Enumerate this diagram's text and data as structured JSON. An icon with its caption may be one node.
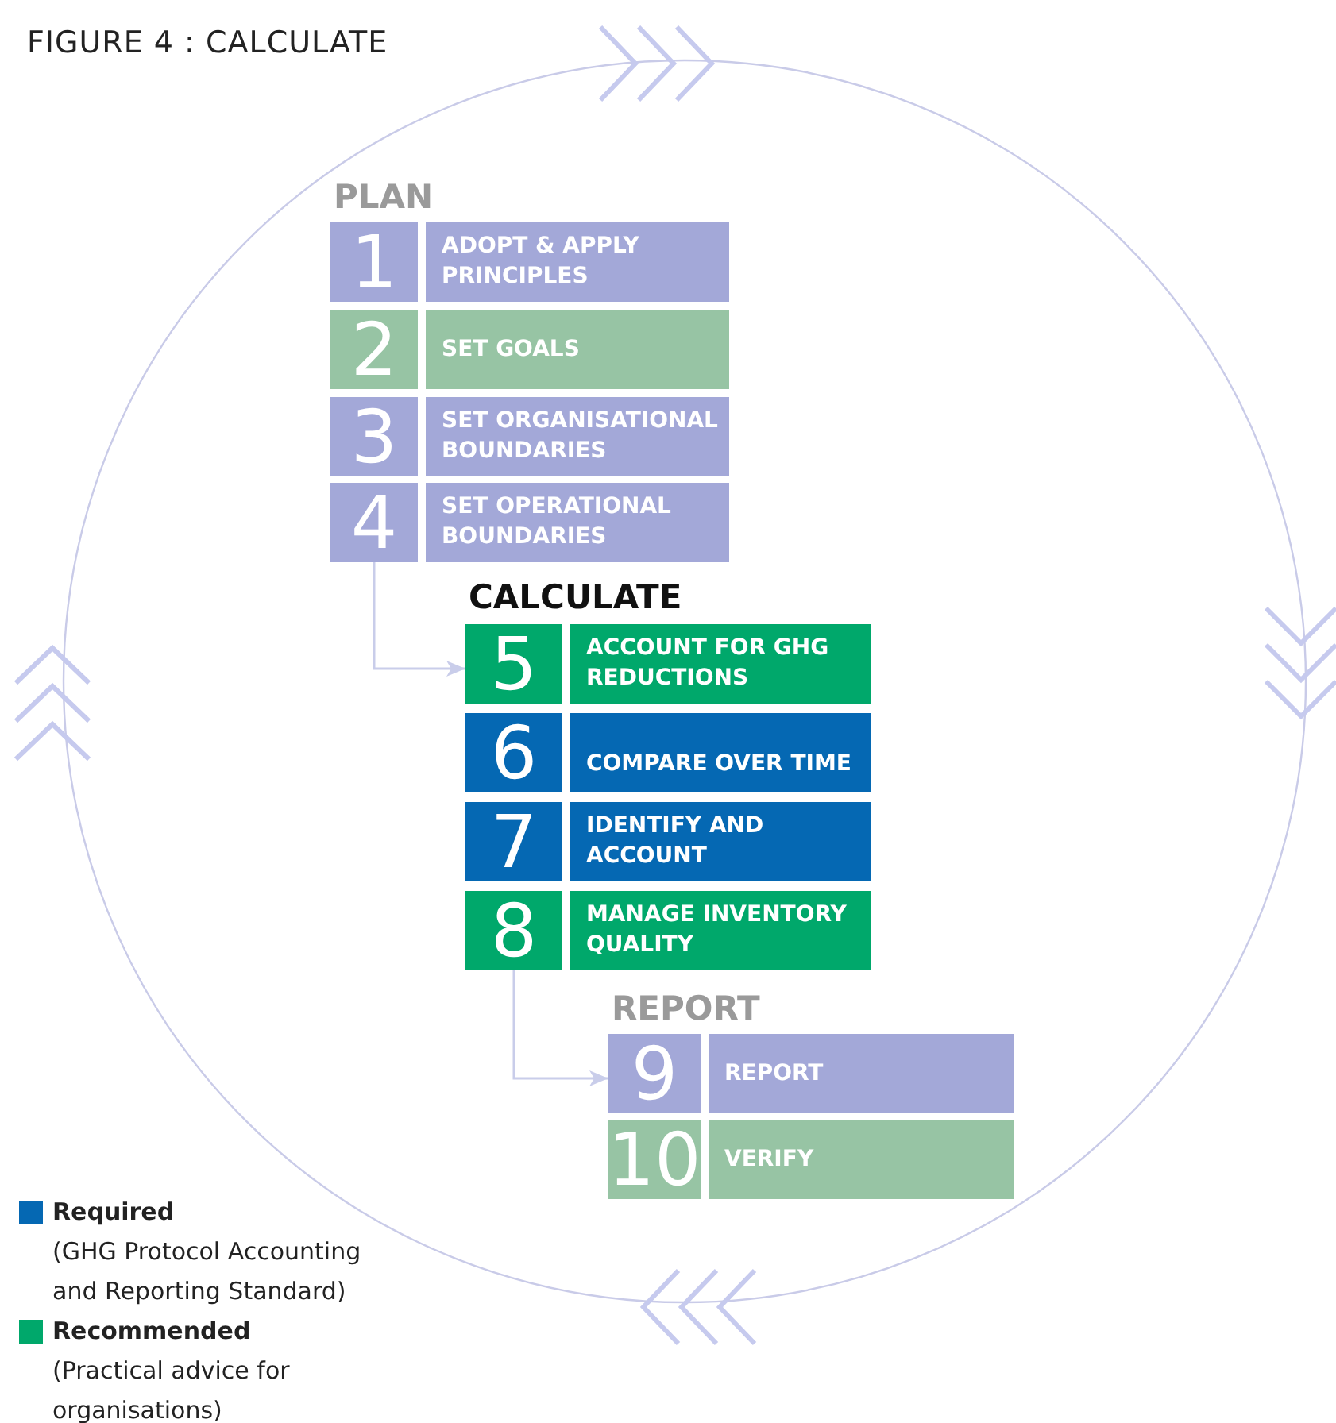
{
  "diagram": {
    "title": "FIGURE 4 : CALCULATE",
    "nodes": [
      {
        "text": [
          "1",
          "ADOPT & APPLY PRINCIPLES"
        ]
      },
      {
        "text": [
          "2",
          "SET GOALS"
        ]
      },
      {
        "text": [
          "3",
          "SET ORGANISATIONAL BOUNDARIES"
        ]
      },
      {
        "text": [
          "4",
          "SET OPERATIONAL BOUNDARIES"
        ]
      },
      {
        "text": [
          "5",
          "ACCOUNT FOR GHG REDUCTIONS"
        ]
      },
      {
        "text": [
          "6",
          "COMPARE OVER TIME"
        ]
      },
      {
        "text": [
          "7",
          "IDENTIFY AND ACCOUNT"
        ]
      },
      {
        "text": [
          "8",
          "MANAGE INVENTORY QUALITY"
        ]
      },
      {
        "text": [
          "9",
          "REPORT"
        ]
      },
      {
        "text": [
          "10",
          "VERIFY"
        ]
      }
    ],
    "edges": [
      {
        "from": 3,
        "to": 4,
        "arrow": "to"
      },
      {
        "from": 7,
        "to": 8,
        "arrow": "to"
      }
    ],
    "labels": [
      "PLAN",
      "CALCULATE",
      "REPORT"
    ],
    "legend": [
      {
        "text": "**Required** (GHG Protocol Accounting and Reporting Standard)",
        "color": "#0568b3"
      },
      {
        "text": "**Recommended** (Practical advice for organisations)",
        "color": "#00a86b"
      }
    ]
  }
}
